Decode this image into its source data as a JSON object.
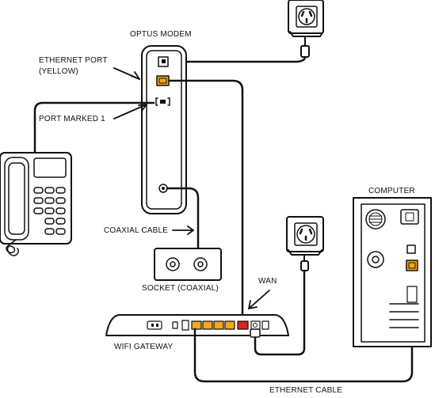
{
  "labels": {
    "modem": "OPTUS MODEM",
    "ethernet_port_line1": "ETHERNET PORT",
    "ethernet_port_line2": "(YELLOW)",
    "port_marked_1": "PORT MARKED 1",
    "coaxial_cable": "COAXIAL CABLE",
    "socket": "SOCKET (COAXIAL)",
    "wan": "WAN",
    "wifi_gateway": "WIFI GATEWAY",
    "computer": "COMPUTER",
    "ethernet_cable": "ETHERNET CABLE"
  },
  "colors": {
    "line": "#111111",
    "ethernet_port": "#f2a818",
    "wan_port": "#e0201c",
    "gateway_lan_ports": "#f2a818"
  },
  "icons": [
    "power-outlet-icon",
    "phone-icon",
    "modem-icon",
    "coaxial-socket-icon",
    "gateway-icon",
    "computer-icon"
  ]
}
